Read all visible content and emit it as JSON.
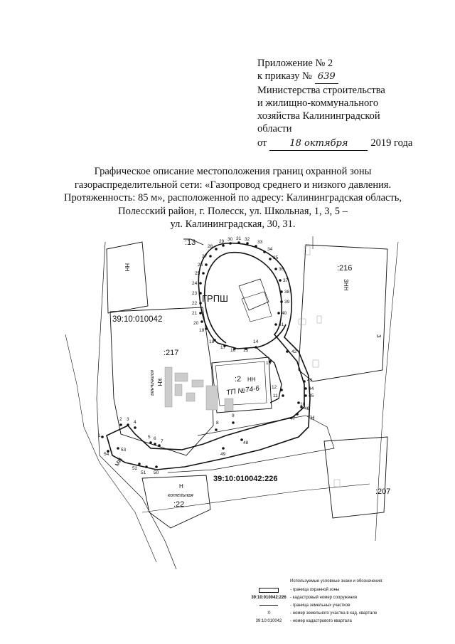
{
  "appendix": {
    "line1": "Приложение № 2",
    "line2_prefix": "к приказу №",
    "order_number": "639",
    "line3": "Министерства строительства",
    "line4": "и жилищно-коммунального",
    "line5": "хозяйства Калининградской",
    "line6": "области",
    "date_prefix": "от",
    "date_handwritten": "18 октября",
    "date_suffix": "2019 года"
  },
  "title": {
    "line1": "Графическое описание местоположения границ охранной зоны",
    "line2": "газораспределительной сети: «Газопровод среднего и низкого давления.",
    "line3": "Протяженность: 85 м», расположенной по адресу: Калининградская область,",
    "line4": "Полесский район, г. Полесск, ул. Школьная, 1, 3, 5 –",
    "line5": "ул. Калининградская, 30, 31."
  },
  "map": {
    "quarter_label": "39:10:010042",
    "structure_label": "39:10:010042:226",
    "grps_label": "ГРПШ",
    "tp_label": "ТП №74-6",
    "parcels": {
      "p13": ":13",
      "p216": ":216",
      "p217": ":217",
      "p2": ":2",
      "p22": ":22",
      "p207": ":207"
    },
    "zone_labels": {
      "nn_top_left": "НН",
      "znn": "ЗНН",
      "three": "3",
      "kn_217": "КН",
      "kotelnaya_217": "котельная",
      "nn_tp": "НН",
      "tn": "ТН",
      "mn": "МН",
      "n_22": "Н",
      "kotelnaya_22": "котельная"
    },
    "points": [
      "1",
      "2",
      "3",
      "4",
      "5",
      "6",
      "7",
      "8",
      "9",
      "10",
      "11",
      "12",
      "13",
      "14",
      "15",
      "16",
      "17",
      "18",
      "19",
      "20",
      "21",
      "22",
      "23",
      "24",
      "25",
      "26",
      "27",
      "28",
      "29",
      "30",
      "31",
      "32",
      "33",
      "34",
      "35",
      "36",
      "37",
      "38",
      "39",
      "40",
      "41",
      "42",
      "43",
      "44",
      "45",
      "46",
      "47",
      "48",
      "49",
      "50",
      "51",
      "52",
      "53",
      "54"
    ]
  },
  "legend": {
    "header": "Используемые условные знаки и обозначения:",
    "items": [
      {
        "symbol": "",
        "text": "- граница охранной зоны"
      },
      {
        "symbol": "39:10:010042:226",
        "text": "- кадастровый номер сооружения"
      },
      {
        "symbol": "",
        "text": "- граница земельных участков"
      },
      {
        "symbol": ":0",
        "text": "- номер земельного участка в кад. квартале"
      },
      {
        "symbol": "39:10:010042",
        "text": "- номер кадастрового квартала"
      }
    ]
  },
  "colors": {
    "ink": "#111111",
    "building_fill": "#cccccc"
  }
}
